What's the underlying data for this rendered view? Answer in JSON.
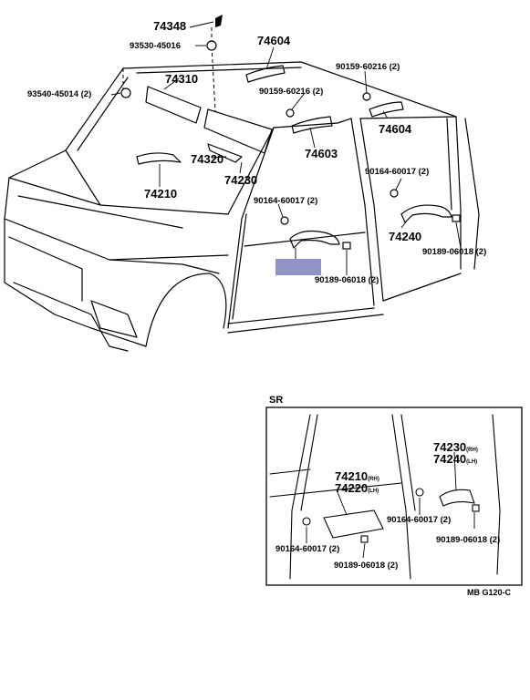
{
  "diagram": {
    "parts": {
      "p74348": "74348",
      "p93530": "93530-45016",
      "p74604_top": "74604",
      "p90159_top": "90159-60216 (2)",
      "p74310": "74310",
      "p93540": "93540-45014 (2)",
      "p90159_mid": "90159-60216 (2)",
      "p74604_right": "74604",
      "p74603": "74603",
      "p74320": "74320",
      "p74230": "74230",
      "p74210": "74210",
      "p90164_right": "90164-60017 (2)",
      "p90164_left": "90164-60017 (2)",
      "p74240": "74240",
      "p90189_right": "90189-06018 (2)",
      "p90189_left": "90189-06018 (2)"
    },
    "inset": {
      "title": "SR",
      "p74230": "74230",
      "p74230_suffix": "(RH)",
      "p74240": "74240",
      "p74240_suffix": "(LH)",
      "p74210": "74210",
      "p74210_suffix": "(RH)",
      "p74220": "74220",
      "p74220_suffix": "(LH)",
      "p90164_right": "90164-60017 (2)",
      "p90189_right": "90189-06018 (2)",
      "p90164_left": "90164-60017 (2)",
      "p90189_left": "90189-06018 (2)"
    },
    "code": "MB G120-C"
  },
  "colors": {
    "highlight": "#8f93c6",
    "line": "#000000"
  }
}
